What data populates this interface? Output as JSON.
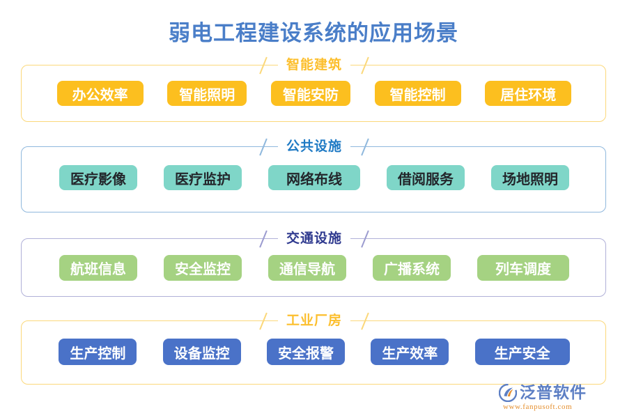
{
  "page": {
    "title": "弱电工程建设系统的应用场景",
    "title_color": "#4a7ec8",
    "background": "#ffffff"
  },
  "sections": [
    {
      "id": "smart-building",
      "header": "智能建筑",
      "header_color": "#fcbf2e",
      "border_color": "#fbd87a",
      "pill_color": "#fcbf1f",
      "pill_text_color": "#ffffff",
      "items": [
        {
          "label": "办公效率",
          "wide": true
        },
        {
          "label": "智能照明",
          "wide": false
        },
        {
          "label": "智能安防",
          "wide": false
        },
        {
          "label": "智能控制",
          "wide": true
        },
        {
          "label": "居住环境",
          "wide": true
        }
      ]
    },
    {
      "id": "public-facilities",
      "header": "公共设施",
      "header_color": "#1f7ac4",
      "border_color": "#8fb8dd",
      "pill_color": "#7fd6c8",
      "pill_text_color": "#23262b",
      "items": [
        {
          "label": "医疗影像",
          "wide": false
        },
        {
          "label": "医疗监护",
          "wide": false
        },
        {
          "label": "网络布线",
          "wide": true
        },
        {
          "label": "借阅服务",
          "wide": false
        },
        {
          "label": "场地照明",
          "wide": false
        }
      ]
    },
    {
      "id": "transport-facilities",
      "header": "交通设施",
      "header_color": "#2f3a8f",
      "border_color": "#b0b0d8",
      "pill_color": "#a5d282",
      "pill_text_color": "#ffffff",
      "items": [
        {
          "label": "航班信息",
          "wide": false
        },
        {
          "label": "安全监控",
          "wide": false
        },
        {
          "label": "通信导航",
          "wide": false
        },
        {
          "label": "广播系统",
          "wide": false
        },
        {
          "label": "列车调度",
          "wide": true
        }
      ]
    },
    {
      "id": "industrial-plant",
      "header": "工业厂房",
      "header_color": "#fcbf2e",
      "border_color": "#fbd87a",
      "pill_color": "#4a72c8",
      "pill_text_color": "#ffffff",
      "items": [
        {
          "label": "生产控制",
          "wide": false
        },
        {
          "label": "设备监控",
          "wide": false
        },
        {
          "label": "安全报警",
          "wide": false
        },
        {
          "label": "生产效率",
          "wide": false
        },
        {
          "label": "生产安全",
          "wide": true
        }
      ]
    }
  ],
  "logo": {
    "name": "泛普软件",
    "url": "www.fanpusoft.com",
    "mark_icon": "fanpu-swoosh-icon",
    "text_color": "#5d7fc4",
    "url_color": "#e58f2e"
  }
}
